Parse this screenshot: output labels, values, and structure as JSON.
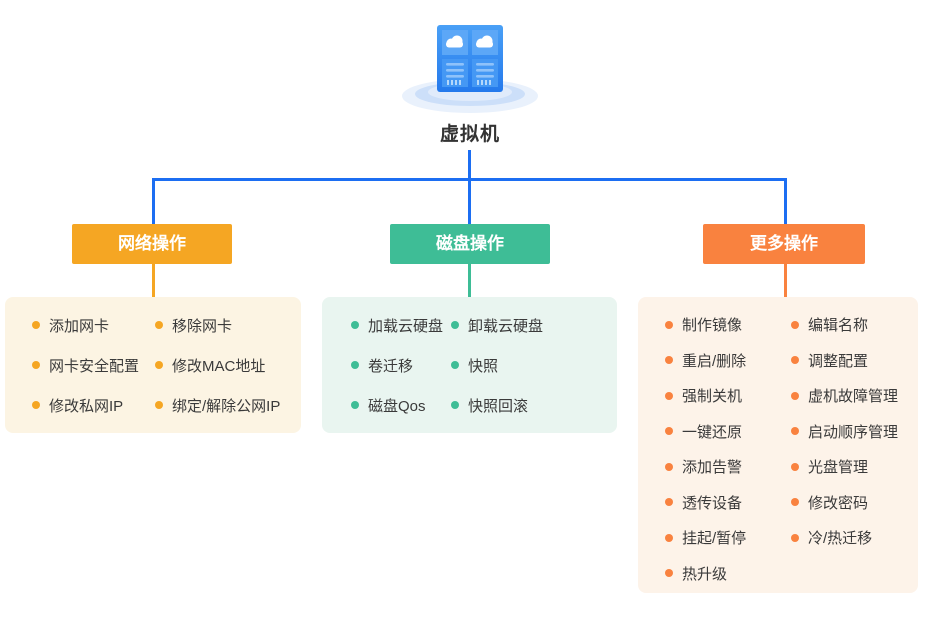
{
  "root": {
    "title": "虚拟机",
    "icon": "vm-server-icon"
  },
  "colors": {
    "connector_blue": "#1C6EF2",
    "network_accent": "#F5A623",
    "disk_accent": "#3EBD96",
    "more_accent": "#F9823F",
    "network_panel_bg": "#FCF4E3",
    "disk_panel_bg": "#E9F5F0",
    "more_panel_bg": "#FDF3E9",
    "text": "#333333",
    "header_text": "#FFFFFF",
    "icon_blue": "#3C92F3",
    "icon_platform": "#CCDFF9"
  },
  "branches": [
    {
      "id": "network",
      "label": "网络操作",
      "items_col1": [
        "添加网卡",
        "网卡安全配置",
        "修改私网IP"
      ],
      "items_col2": [
        "移除网卡",
        "修改MAC地址",
        "绑定/解除公网IP"
      ]
    },
    {
      "id": "disk",
      "label": "磁盘操作",
      "items_col1": [
        "加载云硬盘",
        "卷迁移",
        "磁盘Qos"
      ],
      "items_col2": [
        "卸载云硬盘",
        "快照",
        "快照回滚"
      ]
    },
    {
      "id": "more",
      "label": "更多操作",
      "items_col1": [
        "制作镜像",
        "重启/删除",
        "强制关机",
        "一键还原",
        "添加告警",
        "透传设备",
        "挂起/暂停",
        "热升级"
      ],
      "items_col2": [
        "编辑名称",
        "调整配置",
        "虚机故障管理",
        "启动顺序管理",
        "光盘管理",
        "修改密码",
        "冷/热迁移"
      ]
    }
  ]
}
